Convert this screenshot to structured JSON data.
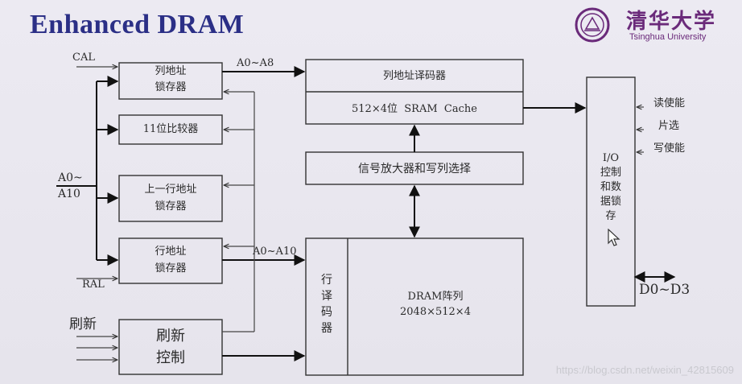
{
  "header": {
    "title": "Enhanced DRAM",
    "university_cn": "清华大学",
    "university_en": "Tsinghua University"
  },
  "boxes": {
    "col_latch": "列地址\n锁存器",
    "comparator": "11位比较器",
    "prev_row_latch": "上一行地址\n锁存器",
    "row_latch": "行地址\n锁存器",
    "refresh_ctrl": "刷新\n控制",
    "col_decoder": "列地址译码器",
    "sram_cache": "512×4位  SRAM  Cache",
    "sense_amp": "信号放大器和写列选择",
    "row_decoder": "行\n译\n码\n器",
    "dram_array": "DRAM阵列\n2048×512×4",
    "io_ctrl": "I/O\n控制\n和数\n据锁\n存"
  },
  "signals": {
    "cal": "CAL",
    "ral": "RAL",
    "addr_in": "A0~\nA10",
    "a0_a8": "A0~A8",
    "a0_a10": "A0~A10",
    "refresh": "刷新",
    "read_en": "读使能",
    "chip_sel": "片选",
    "write_en": "写使能",
    "data": "D0~D3"
  },
  "watermark": "https://blog.csdn.net/weixin_42815609"
}
